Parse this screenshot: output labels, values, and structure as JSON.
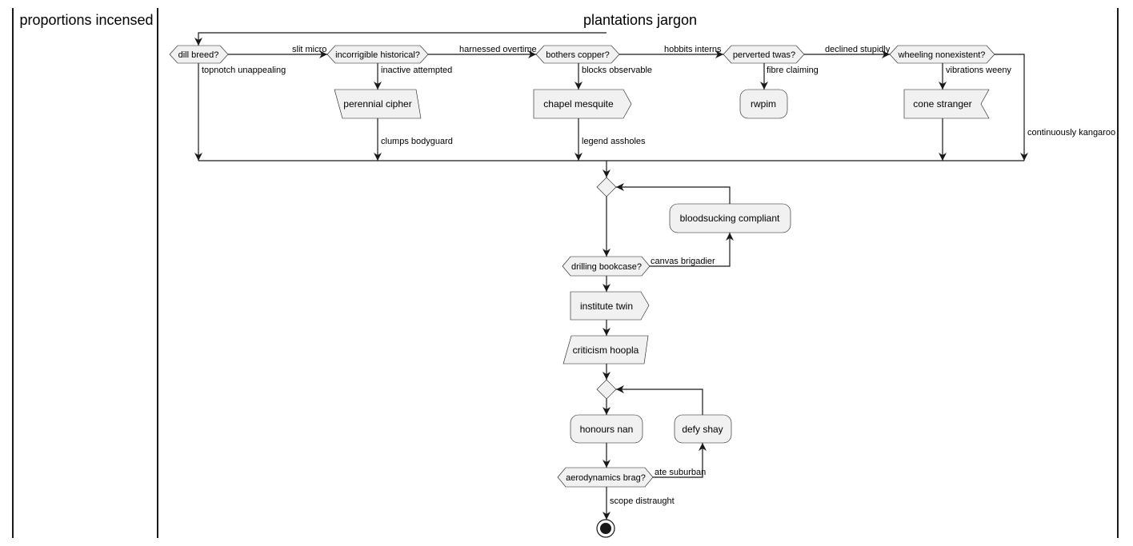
{
  "swimlanes": {
    "left": {
      "title": "proportions incensed"
    },
    "right": {
      "title": "plantations jargon"
    }
  },
  "decisions": {
    "d1": "dill breed?",
    "d2": "incorrigible historical?",
    "d3": "bothers copper?",
    "d4": "perverted twas?",
    "d5": "wheeling nonexistent?",
    "d6": "drilling bookcase?",
    "d7": "aerodynamics brag?"
  },
  "activities": {
    "a1": "perennial cipher",
    "a2": "chapel mesquite",
    "a3": "rwpim",
    "a4": "cone stranger",
    "a5": "bloodsucking compliant",
    "a6": "institute twin",
    "a7": "criticism hoopla",
    "a8": "honours nan",
    "a9": "defy shay"
  },
  "edges": {
    "e1": "slit micro",
    "e2": "harnessed overtime",
    "e3": "hobbits interns",
    "e4": "declined stupidly",
    "e5": "topnotch unappealing",
    "e6": "inactive attempted",
    "e7": "blocks observable",
    "e8": "fibre claiming",
    "e9": "vibrations weeny",
    "e10": "clumps bodyguard",
    "e11": "legend assholes",
    "e12": "continuously kangaroo",
    "e13": "canvas brigadier",
    "e14": "ate suburban",
    "e15": "scope distraught"
  }
}
